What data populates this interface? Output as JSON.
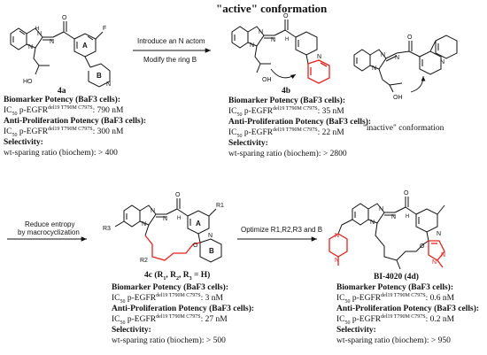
{
  "title": "\"active\" conformation",
  "arrows": {
    "a1": [
      "Introduce an N actom",
      "Modify the ring B"
    ],
    "a2": [
      "Reduce entropy",
      "by macrocyclization"
    ],
    "a3": "Optimize R1,R2,R3 and B"
  },
  "atoms": {
    "N": "N",
    "O": "O",
    "H": "H",
    "F": "F",
    "HO": "HO",
    "OH": "OH",
    "A": "A",
    "B": "B",
    "R1": "R1",
    "R2": "R2",
    "R3": "R3"
  },
  "labels": {
    "bio_potency": "Biomarker Potency (BaF3 cells):",
    "anti_potency": "Anti-Proliferation Potency (BaF3 cells):",
    "selectivity": "Selectivity:",
    "ic50_prefix": "IC",
    "ic50_sub": "50",
    "p_egfr": " p-EGFR",
    "mut": "del19 T790M C797S",
    "wt_prefix": "wt-sparing ratio (biochem): ",
    "inactive": "\"inactive\" conformation"
  },
  "compounds": {
    "c4a": {
      "id": "4a",
      "bio": ": 790 nM",
      "anti": ": 300 nM",
      "sel": "> 400"
    },
    "c4b": {
      "id": "4b",
      "bio": ": 35 nM",
      "anti": ": 22 nM",
      "sel": "> 2800"
    },
    "c4c": {
      "id_main": "4c (R",
      "id_mid": ", R",
      "id_end": ", R",
      "id_tail": " = H)",
      "bio": ": 3 nM",
      "anti": ": 27 nM",
      "sel": "> 500"
    },
    "c4d": {
      "id": "BI-4020 (4d)",
      "bio": ": 0.6 nM",
      "anti": ": 0.2 nM",
      "sel": "> 950"
    }
  },
  "colors": {
    "ink": "#111111",
    "highlight": "#e8221b"
  }
}
